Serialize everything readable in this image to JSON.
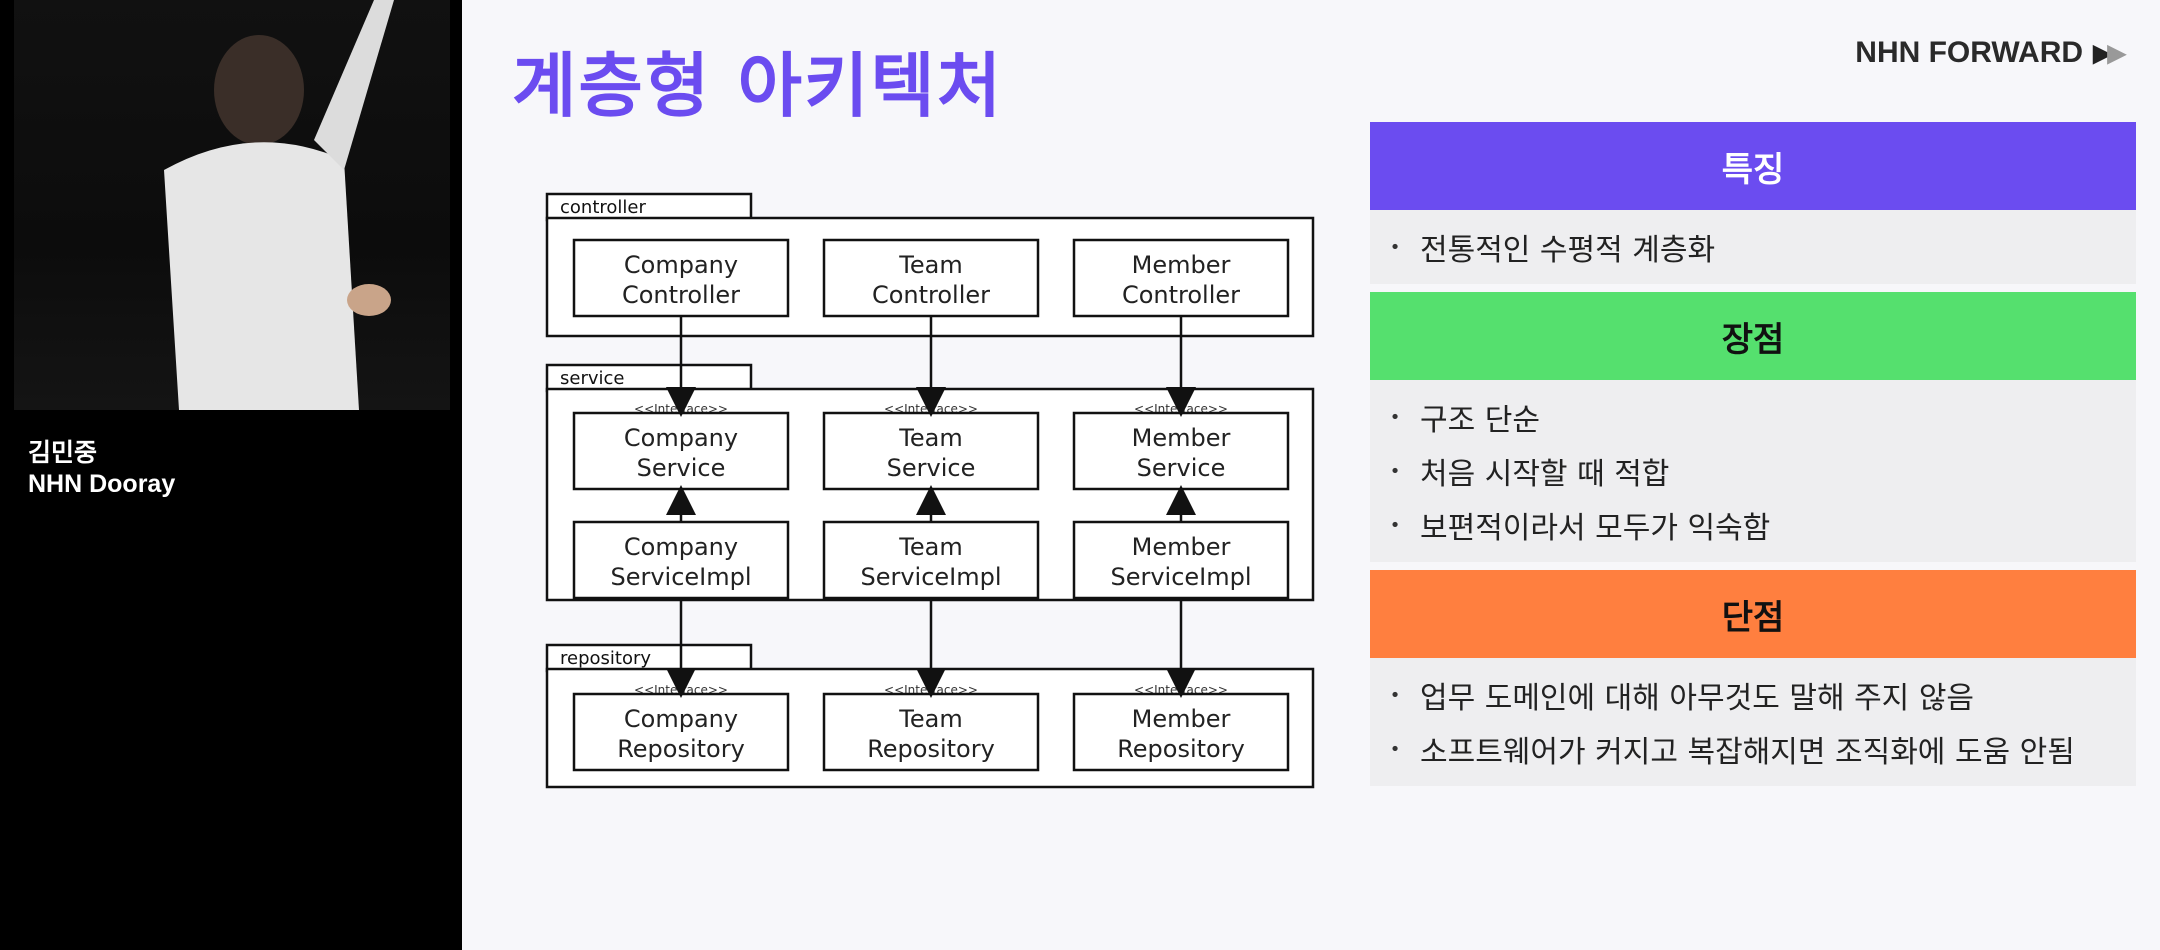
{
  "speaker": {
    "name": "김민중",
    "org": "NHN Dooray"
  },
  "slide": {
    "title": "계층형 아키텍처",
    "brand": "NHN FORWARD",
    "colors": {
      "title": "#6b4cf0",
      "features": "#6b4cf0",
      "pros": "#55e06e",
      "cons": "#ff7f3f"
    }
  },
  "diagram": {
    "packages": [
      {
        "name": "controller",
        "items": [
          {
            "line1": "Company",
            "line2": "Controller"
          },
          {
            "line1": "Team",
            "line2": "Controller"
          },
          {
            "line1": "Member",
            "line2": "Controller"
          }
        ]
      },
      {
        "name": "service",
        "interfaces": [
          {
            "stereotype": "<<Interface>>",
            "line1": "Company",
            "line2": "Service"
          },
          {
            "stereotype": "<<Interface>>",
            "line1": "Team",
            "line2": "Service"
          },
          {
            "stereotype": "<<Interface>>",
            "line1": "Member",
            "line2": "Service"
          }
        ],
        "impls": [
          {
            "line1": "Company",
            "line2": "ServiceImpl"
          },
          {
            "line1": "Team",
            "line2": "ServiceImpl"
          },
          {
            "line1": "Member",
            "line2": "ServiceImpl"
          }
        ]
      },
      {
        "name": "repository",
        "items": [
          {
            "stereotype": "<<Interface>>",
            "line1": "Company",
            "line2": "Repository"
          },
          {
            "stereotype": "<<Interface>>",
            "line1": "Team",
            "line2": "Repository"
          },
          {
            "stereotype": "<<Interface>>",
            "line1": "Member",
            "line2": "Repository"
          }
        ]
      }
    ]
  },
  "sections": {
    "features": {
      "title": "특징",
      "bullets": [
        "전통적인 수평적 계층화"
      ]
    },
    "pros": {
      "title": "장점",
      "bullets": [
        "구조 단순",
        "처음 시작할 때 적합",
        "보편적이라서 모두가 익숙함"
      ]
    },
    "cons": {
      "title": "단점",
      "bullets": [
        "업무 도메인에 대해 아무것도 말해 주지 않음",
        "소프트웨어가 커지고 복잡해지면 조직화에 도움 안됨"
      ]
    }
  }
}
